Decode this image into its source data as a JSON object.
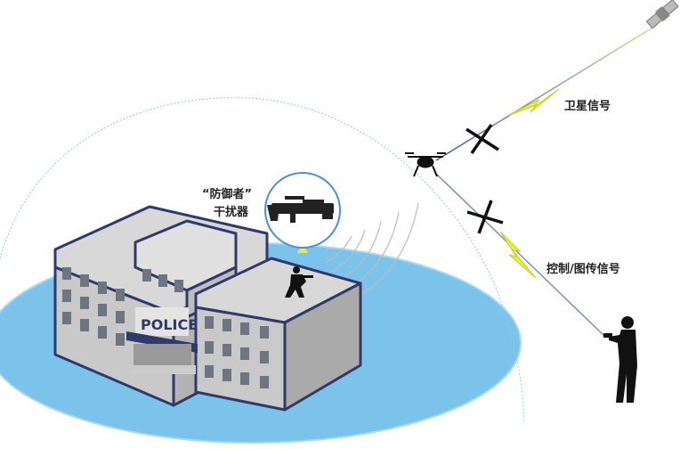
{
  "labels": {
    "jammer_line1": "“防御者”",
    "jammer_line2": "干扰器",
    "satellite_signal": "卫星信号",
    "control_signal": "控制/图传信号",
    "building_sign": "POLICE"
  },
  "colors": {
    "protection_zone": "#7cc3ec",
    "building_wall": "#c9c9c9",
    "building_roof": "#d8d8d8",
    "building_edge": "#2f3a6b",
    "lightning": "#e8f03a",
    "signal_line": "#3a5db0",
    "bubble_border": "#4a90d9"
  }
}
